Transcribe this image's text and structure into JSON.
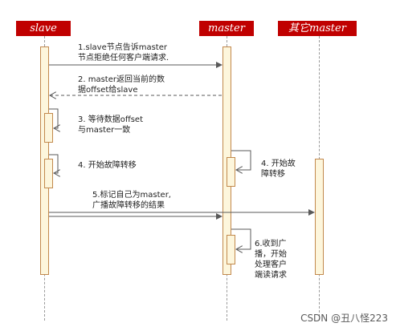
{
  "actors": {
    "slave": "slave",
    "master": "master",
    "other_master": "其它master"
  },
  "messages": {
    "m1_line1": "1.slave节点告诉master",
    "m1_line2": "节点拒绝任何客户端请求.",
    "m2_line1": "2. master返回当前的数",
    "m2_line2": "据offset给slave",
    "m3_line1": "3. 等待数据offset",
    "m3_line2": "与master一致",
    "m4_slave": "4. 开始故障转移",
    "m4_master_line1": "4. 开始故",
    "m4_master_line2": "障转移",
    "m5_line1": "5.标记自己为master,",
    "m5_line2": "广播故障转移的结果",
    "m6_line1": "6.收到广",
    "m6_line2": "播，开始",
    "m6_line3": "处理客户",
    "m6_line4": "端读请求"
  },
  "watermark": "CSDN @丑八怪223",
  "colors": {
    "actor_bg": "#c00000",
    "activation_fill": "#fdf6dc",
    "activation_border": "#c2894d",
    "arrow": "#595959",
    "dashed_arrow": "#595959"
  }
}
